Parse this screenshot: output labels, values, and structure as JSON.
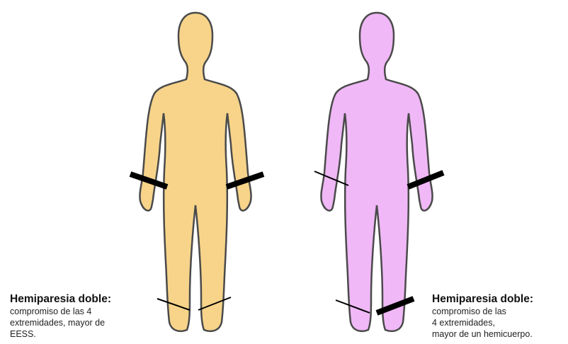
{
  "figures": [
    {
      "fill": "#f7d48a",
      "caption": {
        "heading": "Hemiparesia doble:",
        "lines": [
          "compromiso de las 4",
          "extremidades, mayor de",
          "EESS."
        ]
      }
    },
    {
      "fill": "#f0b8f7",
      "caption": {
        "heading": "Hemiparesia doble:",
        "lines": [
          "compromiso de las",
          "4 extremidades,",
          "mayor de un hemicuerpo."
        ]
      }
    }
  ],
  "colors": {
    "outline": "#4a4a4a",
    "marker": "#000000"
  }
}
